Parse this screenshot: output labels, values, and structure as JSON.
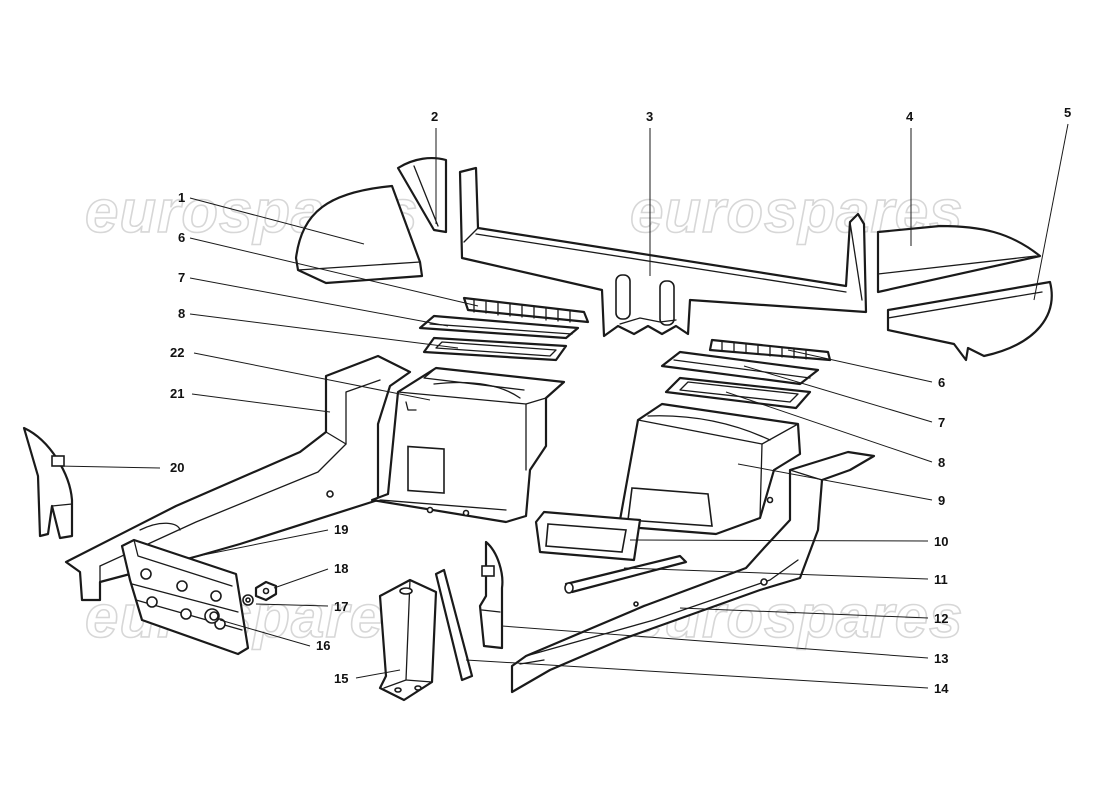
{
  "watermark": {
    "text": "eurospares",
    "count": 4
  },
  "callouts": [
    {
      "id": "1",
      "label": "1"
    },
    {
      "id": "2",
      "label": "2"
    },
    {
      "id": "3",
      "label": "3"
    },
    {
      "id": "4",
      "label": "4"
    },
    {
      "id": "5",
      "label": "5"
    },
    {
      "id": "6a",
      "label": "6"
    },
    {
      "id": "6b",
      "label": "6"
    },
    {
      "id": "7a",
      "label": "7"
    },
    {
      "id": "7b",
      "label": "7"
    },
    {
      "id": "8a",
      "label": "8"
    },
    {
      "id": "8b",
      "label": "8"
    },
    {
      "id": "9",
      "label": "9"
    },
    {
      "id": "10",
      "label": "10"
    },
    {
      "id": "11",
      "label": "11"
    },
    {
      "id": "12",
      "label": "12"
    },
    {
      "id": "13",
      "label": "13"
    },
    {
      "id": "14",
      "label": "14"
    },
    {
      "id": "15",
      "label": "15"
    },
    {
      "id": "16",
      "label": "16"
    },
    {
      "id": "17",
      "label": "17"
    },
    {
      "id": "18",
      "label": "18"
    },
    {
      "id": "19",
      "label": "19"
    },
    {
      "id": "20",
      "label": "20"
    },
    {
      "id": "21",
      "label": "21"
    },
    {
      "id": "22",
      "label": "22"
    }
  ]
}
